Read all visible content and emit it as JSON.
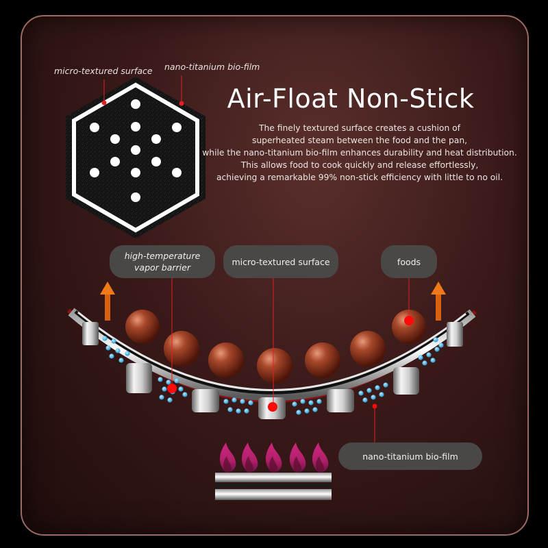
{
  "title": "Air-Float Non-Stick",
  "description": [
    "The finely textured surface creates a cushion of",
    "superheated steam between the food and the pan,",
    "while the nano-titanium bio-film enhances durability and heat distribution.",
    "This allows food to cook quickly and release effortlessly,",
    "achieving a remarkable 99% non-stick efficiency with little to no oil."
  ],
  "hex_labels": {
    "micro_surface": "micro-textured surface",
    "bio_film": "nano-titanium bio-film"
  },
  "callouts": {
    "vapor_barrier": [
      "high-temperature",
      "vapor barrier"
    ],
    "micro_surface": "micro-textured surface",
    "foods": "foods",
    "bio_film": "nano-titanium bio-film"
  },
  "colors": {
    "accent": "#e31e24",
    "arrow": "#f07a1a",
    "steam": "#45b6e6",
    "flame": "#d0267f"
  },
  "icons": [
    "hexagon-texture-icon",
    "upward-arrow-icon",
    "flame-icon",
    "steam-bubble-icon"
  ]
}
